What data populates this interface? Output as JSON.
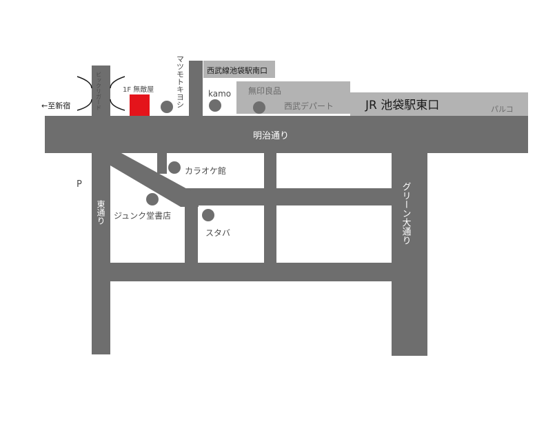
{
  "colors": {
    "road": "#6e6e6e",
    "building": "#b3b3b3",
    "marker": "#6e6e6e",
    "highlight": "#e4141b",
    "text_dark": "#1a1a1a",
    "text_mid": "#4a4a4a",
    "text_light": "#6b6b6b"
  },
  "labels": {
    "to_shinjuku": "←至新宿",
    "bic_guard": "ビックリガード",
    "shop_floor": "1F 無敵屋",
    "matsumoto_kiyoshi": "マツモトキヨシ",
    "seibu_south_exit": "西武線池袋駅南口",
    "kamo": "kamo",
    "muji": "無印良品",
    "seibu_dept": "西武デパート",
    "jr_east_exit": "JR 池袋駅東口",
    "parco": "パルコ",
    "meiji_dori": "明治通り",
    "karaoke": "カラオケ館",
    "parking": "P",
    "higashi_dori": "東通り",
    "junkudo": "ジュンク堂書店",
    "starbucks": "スタバ",
    "green_odori": "グリーン大通り"
  }
}
